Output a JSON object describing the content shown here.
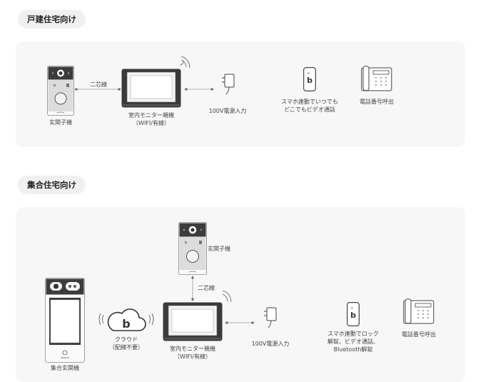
{
  "sections": [
    {
      "title": "戸建住宅向け",
      "labels": {
        "door_station": "玄関子機",
        "wire": "二芯線",
        "monitor_line1": "室内モニター親機",
        "monitor_line2": "（WIFI/有線）",
        "power": "100V電源入力",
        "smartphone_line1": "スマホ連動でいつでも",
        "smartphone_line2": "どこでもビデオ通話",
        "phone": "電話番号呼出"
      }
    },
    {
      "title": "集合住宅向け",
      "labels": {
        "lobby_station": "集合玄関機",
        "cloud_line1": "クラウド",
        "cloud_line2": "（配線不要）",
        "door_station": "玄関子機",
        "wire": "二芯線",
        "monitor_line1": "室内モニター親機",
        "monitor_line2": "（WIFI/有線）",
        "power": "100V電源入力",
        "smartphone_line1": "スマホ連動でロック",
        "smartphone_line2": "解錠、ビデオ通話、",
        "smartphone_line3": "Bluetooth解錠",
        "phone": "電話番号呼出"
      }
    }
  ],
  "icons": {
    "door_station": "door-station-icon",
    "monitor": "indoor-monitor-icon",
    "wifi": "wifi-signal-icon",
    "power": "power-adapter-icon",
    "smartphone": "smartphone-app-icon",
    "phone": "desk-phone-icon",
    "cloud": "cloud-icon",
    "lobby": "lobby-station-icon"
  },
  "colors": {
    "panel_bg": "#f7f7f7",
    "pill_bg": "#f0f0f0",
    "line": "#9a9a9a",
    "device_dark": "#3a3a3a"
  }
}
